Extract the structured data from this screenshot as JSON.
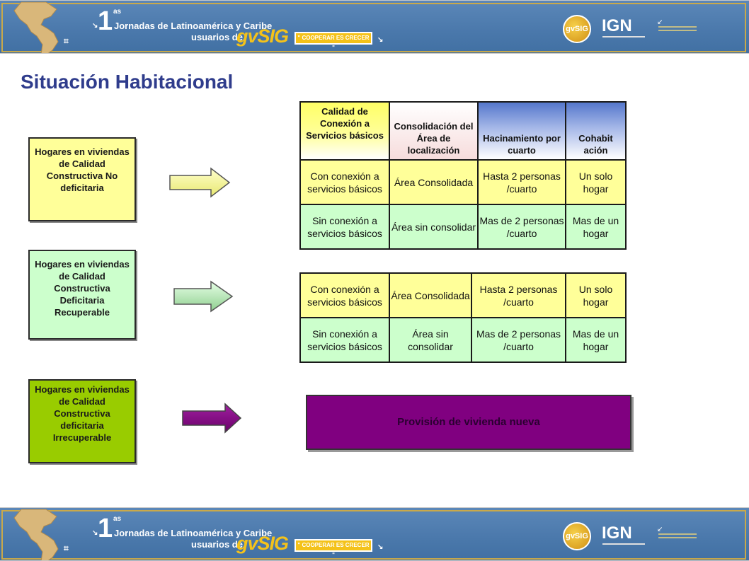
{
  "banner": {
    "number": "1",
    "superscript": "as",
    "line1": "Jornadas de Latinoamérica y Caribe",
    "line2": "usuarios de",
    "brand": "gvSIG",
    "slogan": "\" COOPERAR ES CRECER \"",
    "logo_gvsig": "gvSIG",
    "logo_ign": "IGN"
  },
  "title": "Situación Habitacional",
  "groups": [
    {
      "label": "Hogares en viviendas de Calidad Constructiva No deficitaria",
      "color": "#ffff99"
    },
    {
      "label": "Hogares en viviendas de Calidad Constructiva Deficitaria Recuperable",
      "color": "#ccffcc"
    },
    {
      "label": "Hogares en viviendas de Calidad Constructiva deficitaria Irrecuperable",
      "color": "#99cc00"
    }
  ],
  "table1": {
    "headers": [
      "Calidad de Conexión a Servicios básicos",
      "Consolidación del Área de localización",
      "Hacinamiento por cuarto",
      "Cohabit ación"
    ],
    "rows": [
      [
        "Con conexión a servicios básicos",
        "Área Consolidada",
        "Hasta 2 personas /cuarto",
        "Un solo hogar"
      ],
      [
        "Sin conexión a servicios básicos",
        "Área sin consolidar",
        "Mas de 2 personas /cuarto",
        "Mas de un hogar"
      ]
    ]
  },
  "table2": {
    "rows": [
      [
        "Con conexión a servicios básicos",
        "Área Consolidada",
        "Hasta 2 personas /cuarto",
        "Un solo hogar"
      ],
      [
        "Sin conexión a servicios básicos",
        "Área sin consolidar",
        "Mas de 2 personas /cuarto",
        "Mas de un hogar"
      ]
    ]
  },
  "provision": "Provisión de  vivienda nueva"
}
